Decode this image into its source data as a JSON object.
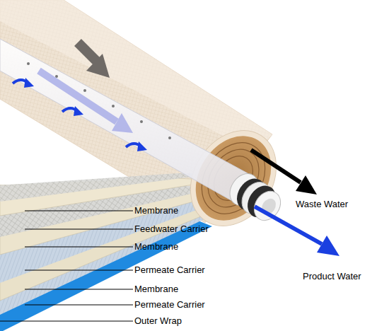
{
  "diagram": {
    "labels": [
      "Membrane",
      "Feedwater Carrier",
      "Membrane",
      "Permeate Carrier",
      "Membrane",
      "Permeate Carrier",
      "Outer Wrap",
      "Waste Water",
      "Product Water"
    ]
  }
}
